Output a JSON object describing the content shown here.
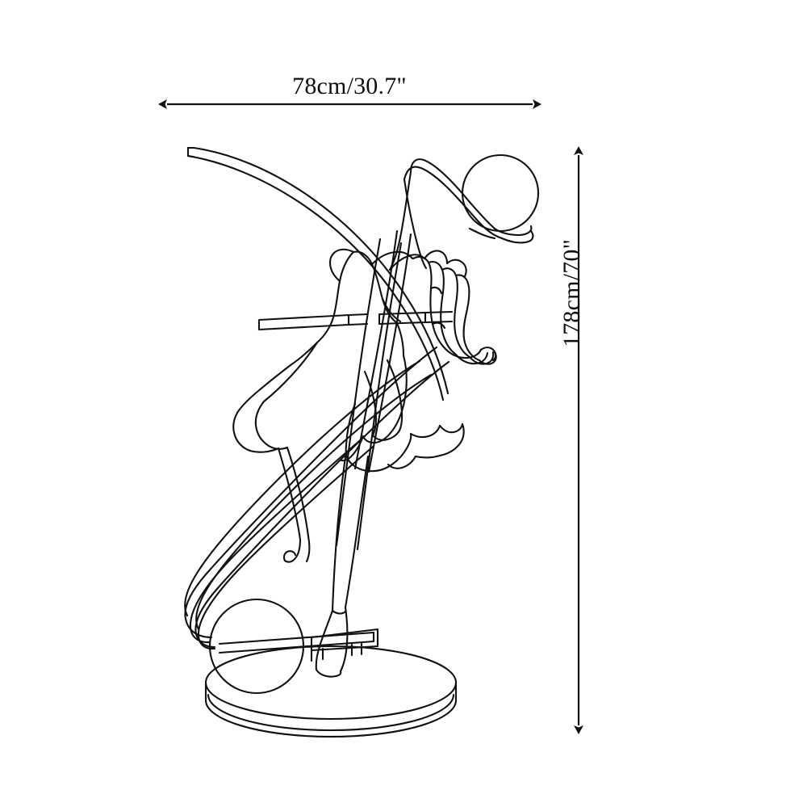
{
  "document": {
    "type": "product-dimension-diagram",
    "background_color": "#ffffff",
    "line_color": "#111111",
    "text_color": "#0d0d0d"
  },
  "dimensions": {
    "width": {
      "label": "78cm/30.7\"",
      "orientation": "horizontal",
      "arrow_style": "double-headed",
      "value_cm": 78,
      "value_in": 30.7
    },
    "height": {
      "label": "178cm/70\"",
      "orientation": "vertical",
      "arrow_style": "double-headed",
      "value_cm": 178,
      "value_in": 70
    }
  },
  "product": {
    "name": "dancing-figure-floor-lamp",
    "description": "Line-art outline drawing of a sculptural floor lamp shaped as a dancing female figure with flowing hair, wrapping ribbons and two spherical glass globes on an oval base.",
    "parts": [
      {
        "id": "upper-globe",
        "label": "upper glass globe"
      },
      {
        "id": "lower-globe",
        "label": "lower glass globe"
      },
      {
        "id": "figure",
        "label": "dancing female figure"
      },
      {
        "id": "hair",
        "label": "flowing hair"
      },
      {
        "id": "ribbons",
        "label": "wrapping ribbon bands"
      },
      {
        "id": "cross-bar",
        "label": "horizontal bar"
      },
      {
        "id": "oval-base",
        "label": "oval base plate"
      }
    ]
  }
}
